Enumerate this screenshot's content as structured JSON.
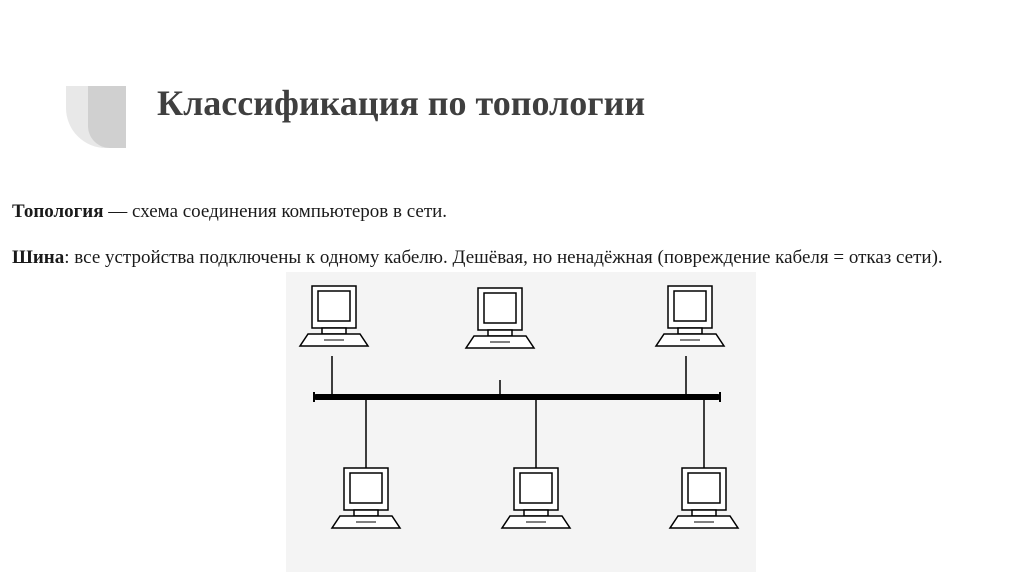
{
  "slide": {
    "title": "Классификация по топологии",
    "definition": {
      "term": "Топология",
      "text": " — схема соединения компьютеров в сети."
    },
    "bus": {
      "term": "Шина",
      "text": ": все устройства подключены к одному кабелю. Дешёвая, но ненадёжная (повреждение кабеля = отказ сети)."
    }
  },
  "diagram": {
    "topology": "bus",
    "computers_above_cable": 3,
    "computers_below_cable": 3,
    "line_color": "#000000",
    "background_color": "#f4f4f4"
  }
}
